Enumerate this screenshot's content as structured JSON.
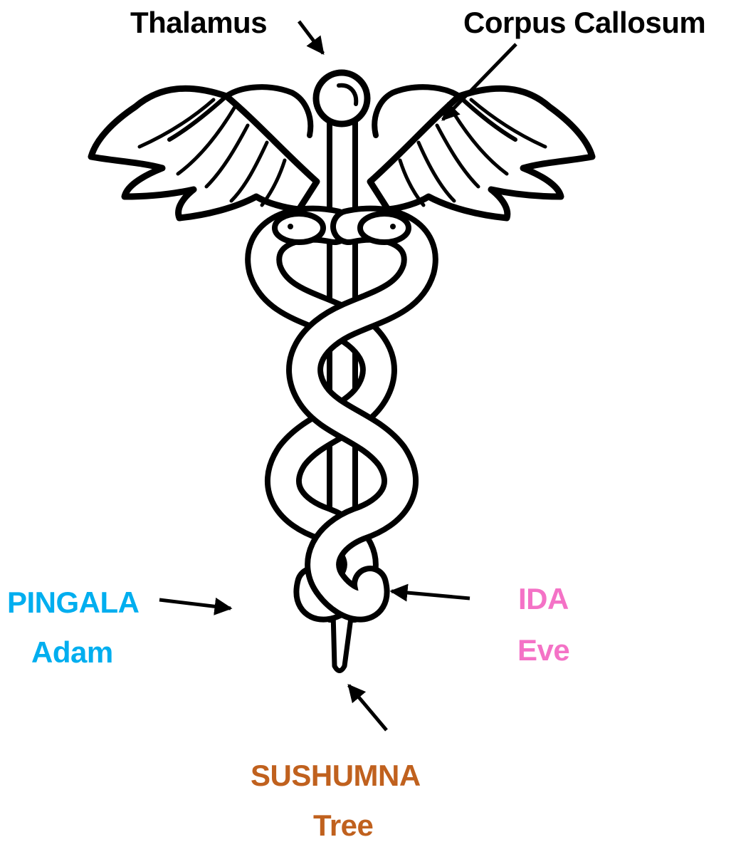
{
  "labels": {
    "thalamus": "Thalamus",
    "corpus_callosum": "Corpus Callosum",
    "pingala": "PINGALA",
    "adam": "Adam",
    "ida": "IDA",
    "eve": "Eve",
    "sushumna": "SUSHUMNA",
    "tree": "Tree"
  },
  "colors": {
    "pingala": "#00AEEF",
    "ida": "#F472C6",
    "sushumna": "#C0611E",
    "outline": "#000000"
  },
  "icons": [
    "caduceus-icon",
    "arrow-icon"
  ]
}
